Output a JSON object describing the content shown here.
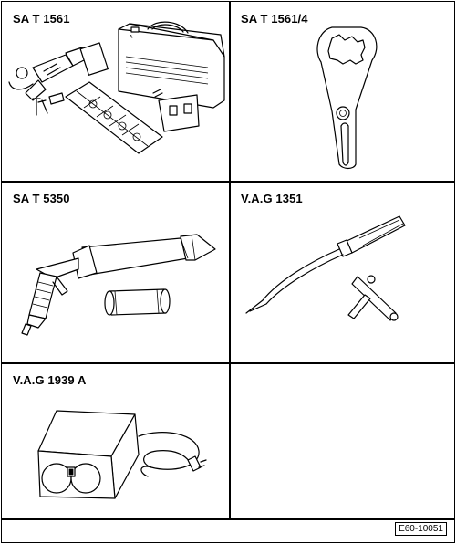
{
  "tools": [
    {
      "label": "SA T 1561"
    },
    {
      "label": "SA T 1561/4"
    },
    {
      "label": "SA T 5350"
    },
    {
      "label": "V.A.G 1351"
    },
    {
      "label": "V.A.G 1939 A"
    }
  ],
  "reference": "E60-10051"
}
